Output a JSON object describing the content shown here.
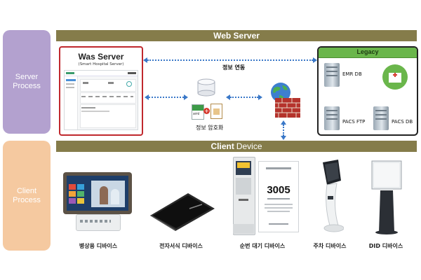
{
  "sections": {
    "server": {
      "label_line1": "Server",
      "label_line2": "Process"
    },
    "client": {
      "label_line1": "Client",
      "label_line2": "Process"
    }
  },
  "web_server": {
    "title": "Web Server"
  },
  "was": {
    "title": "Was Server",
    "subtitle": "(Smart Hospital Server)"
  },
  "integration_label": "정보 연동",
  "encryption_label": "정보 암호화",
  "encryption_file_label": "xml",
  "legacy": {
    "title": "Legacy",
    "emr": "EMR DB",
    "pacs_ftp": "PACS FTP",
    "pacs_db": "PACS DB"
  },
  "client_device": {
    "title_bold": "Client",
    "title_thin": "Device"
  },
  "devices": {
    "bedside": "병상용 디바이스",
    "esign": "전자서식 디바이스",
    "queue": "순번 대기 디바이스",
    "parking": "주차 디바이스",
    "did": "DID 디바이스"
  },
  "queue_screen": {
    "number": "3005"
  },
  "colors": {
    "server_section": "#b3a1cf",
    "client_section": "#f5c9a0",
    "banner": "#857c4a",
    "was_border": "#c0282d",
    "legacy_green": "#6ab64b",
    "arrow": "#3a78c8"
  }
}
